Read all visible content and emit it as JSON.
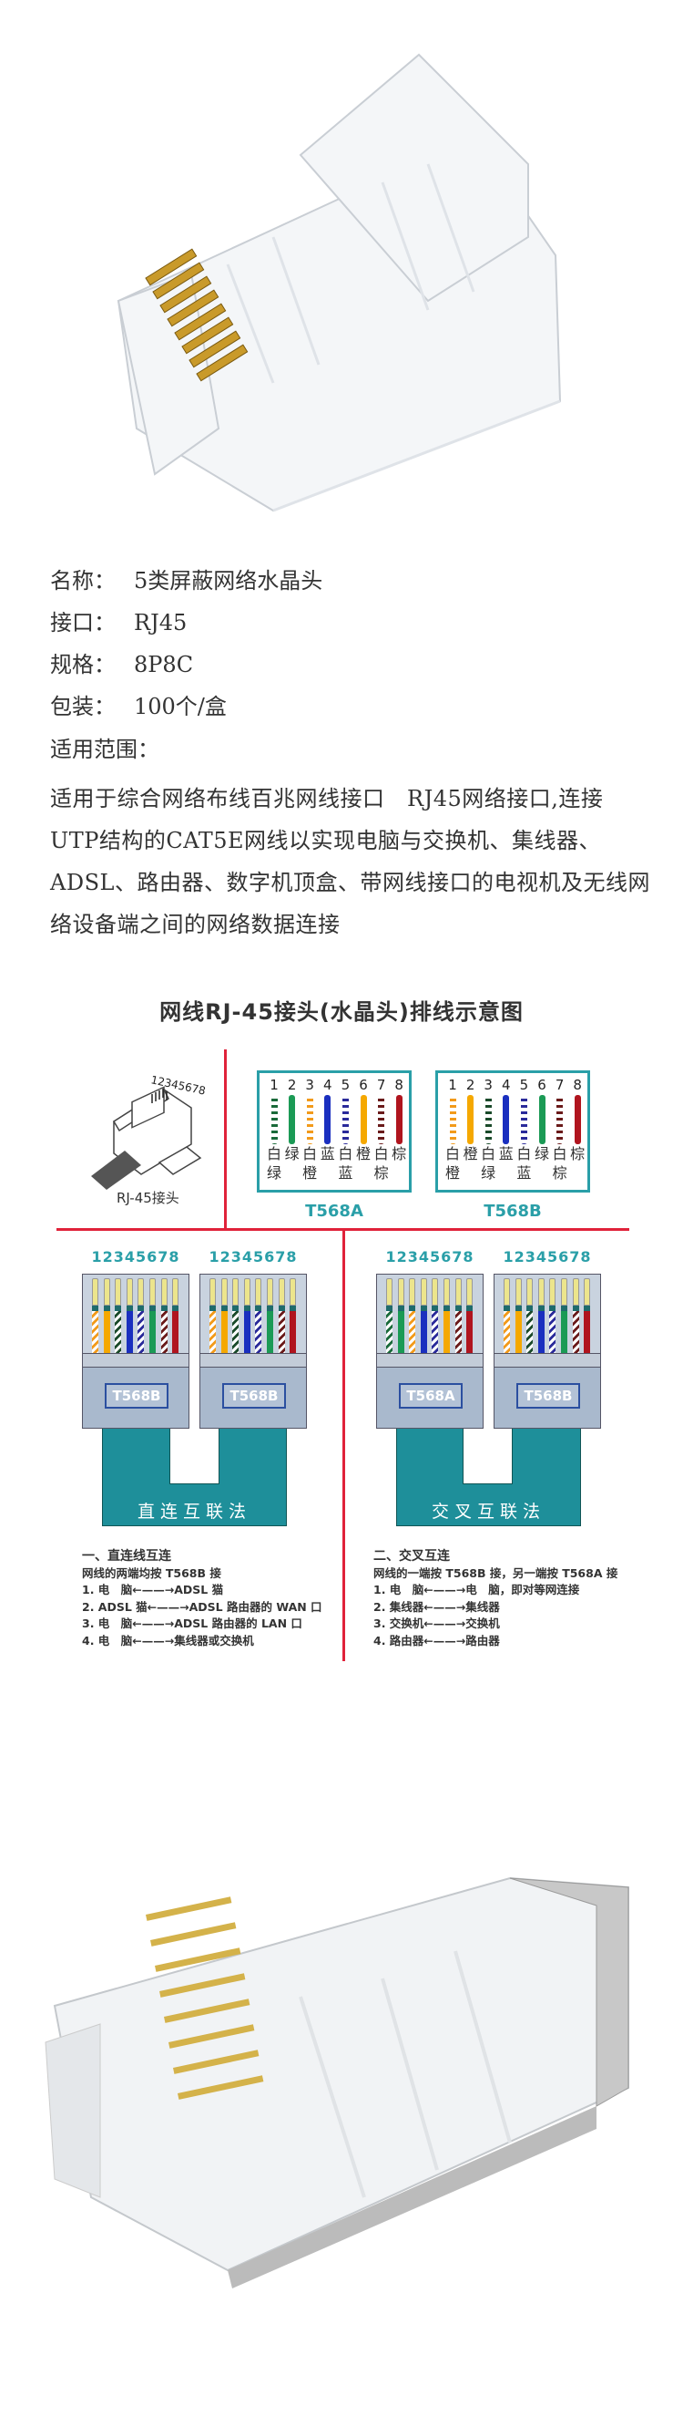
{
  "specs": [
    {
      "key": "名称：",
      "value": "5类屏蔽网络水晶头"
    },
    {
      "key": "接口：",
      "value": "RJ45"
    },
    {
      "key": "规格：",
      "value": "8P8C"
    },
    {
      "key": "包装：",
      "value": "100个/盒"
    }
  ],
  "scope_label": "适用范围：",
  "scope_text": "适用于综合网络布线百兆网线接口　RJ45网络接口,连接UTP结构的CAT5E网线以实现电脑与交换机、集线器、ADSL、路由器、数字机顶盒、带网线接口的电视机及无线网络设备端之间的网络数据连接",
  "diagram": {
    "title": "网线RJ-45接头(水晶头)排线示意图",
    "plug_numbers": "12345678",
    "plug_label": "RJ-45接头",
    "colors": {
      "red_line": "#e0223a",
      "teal": "#1e8f9a",
      "label_teal": "#2a9fa8"
    },
    "standards": [
      {
        "name": "T568A",
        "wires": [
          {
            "num": "1",
            "color": "#1a6a3a",
            "striped": true,
            "l1": "白",
            "l2": "绿"
          },
          {
            "num": "2",
            "color": "#1b9a55",
            "striped": false,
            "l1": "绿",
            "l2": ""
          },
          {
            "num": "3",
            "color": "#f29a1a",
            "striped": true,
            "l1": "白",
            "l2": "橙"
          },
          {
            "num": "4",
            "color": "#1a2fbf",
            "striped": false,
            "l1": "蓝",
            "l2": ""
          },
          {
            "num": "5",
            "color": "#2a2a9a",
            "striped": true,
            "l1": "白",
            "l2": "蓝"
          },
          {
            "num": "6",
            "color": "#f5a800",
            "striped": false,
            "l1": "橙",
            "l2": ""
          },
          {
            "num": "7",
            "color": "#6a1a1a",
            "striped": true,
            "l1": "白",
            "l2": "棕"
          },
          {
            "num": "8",
            "color": "#b0141e",
            "striped": false,
            "l1": "棕",
            "l2": ""
          }
        ]
      },
      {
        "name": "T568B",
        "wires": [
          {
            "num": "1",
            "color": "#f29a1a",
            "striped": true,
            "l1": "白",
            "l2": "橙"
          },
          {
            "num": "2",
            "color": "#f5a800",
            "striped": false,
            "l1": "橙",
            "l2": ""
          },
          {
            "num": "3",
            "color": "#1a4a2a",
            "striped": true,
            "l1": "白",
            "l2": "绿"
          },
          {
            "num": "4",
            "color": "#1a2fbf",
            "striped": false,
            "l1": "蓝",
            "l2": ""
          },
          {
            "num": "5",
            "color": "#2a2a9a",
            "striped": true,
            "l1": "白",
            "l2": "蓝"
          },
          {
            "num": "6",
            "color": "#1b9a55",
            "striped": false,
            "l1": "绿",
            "l2": ""
          },
          {
            "num": "7",
            "color": "#6a1a1a",
            "striped": true,
            "l1": "白",
            "l2": "棕"
          },
          {
            "num": "8",
            "color": "#b0141e",
            "striped": false,
            "l1": "棕",
            "l2": ""
          }
        ]
      }
    ],
    "connectors": [
      {
        "numbers": "12345678",
        "standard": "T568B"
      },
      {
        "numbers": "12345678",
        "standard": "T568B"
      },
      {
        "numbers": "12345678",
        "standard": "T568A"
      },
      {
        "numbers": "12345678",
        "standard": "T568B"
      }
    ],
    "methods": [
      "直连互联法",
      "交叉互联法"
    ],
    "notes_left": [
      "一、直连线互连",
      "网线的两端均按 T568B 接",
      "1. 电　脑←——→ADSL 猫",
      "2. ADSL 猫←——→ADSL 路由器的 WAN 口",
      "3. 电　脑←——→ADSL 路由器的 LAN 口",
      "4. 电　脑←——→集线器或交换机"
    ],
    "notes_right": [
      "二、交叉互连",
      "网线的一端按 T568B 接，另一端按 T568A 接",
      "1. 电　脑←——→电　脑，即对等网连接",
      "2. 集线器←——→集线器",
      "3. 交换机←——→交换机",
      "4. 路由器←——→路由器"
    ]
  }
}
